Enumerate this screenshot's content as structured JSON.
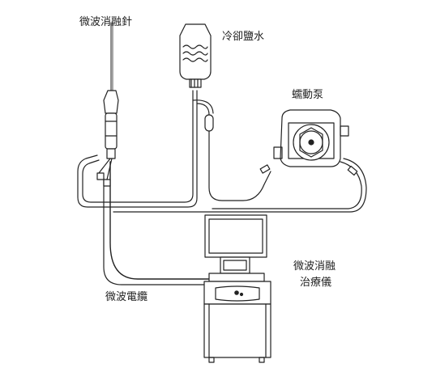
{
  "labels": {
    "needle": "微波消融針",
    "saline": "冷卻鹽水",
    "pump": "蠕動泵",
    "device_line1": "微波消融",
    "device_line2": "治療儀",
    "cable": "微波電纜"
  }
}
